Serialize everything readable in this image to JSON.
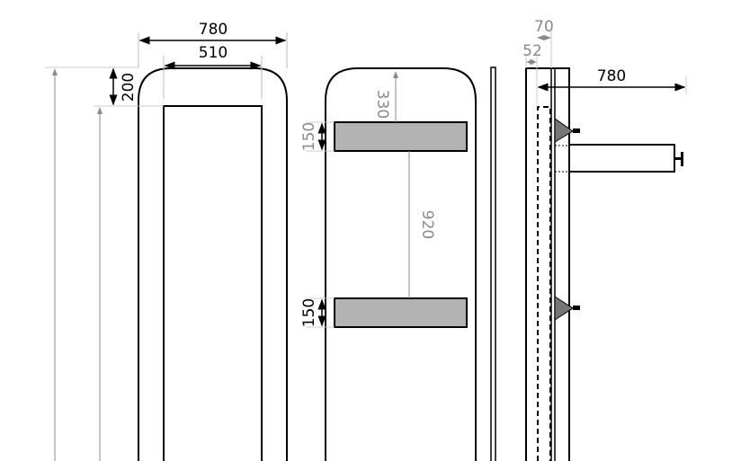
{
  "front_view": {
    "overall_width": "780",
    "inner_width": "510",
    "top_offset": "200"
  },
  "rail_view": {
    "top_offset": "330",
    "rail_height_top": "150",
    "rail_spacing": "920",
    "rail_height_bottom": "150"
  },
  "side_view": {
    "thickness_inner": "70",
    "thickness_outer": "52",
    "projection": "780"
  },
  "colors": {
    "line": "#000000",
    "dim_gray": "#8a8a8a",
    "rail_fill": "#b3b3b3",
    "bracket_fill": "#777777"
  }
}
